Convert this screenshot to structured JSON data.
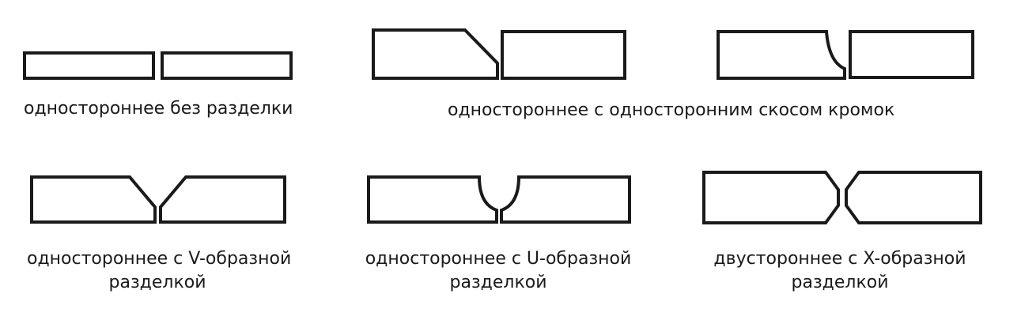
{
  "stroke_color": "#1a1a1a",
  "background": "#ffffff",
  "joints": [
    {
      "id": "single-square",
      "caption": [
        "одностороннее без разделки"
      ]
    },
    {
      "id": "single-bevel",
      "caption": [
        "одностороннее с односторонним скосом кромок"
      ]
    },
    {
      "id": "single-v",
      "caption": [
        "одностороннее с V-образной",
        "разделкой"
      ]
    },
    {
      "id": "single-u",
      "caption": [
        "одностороннее с U-образной",
        "разделкой"
      ]
    },
    {
      "id": "double-x",
      "caption": [
        "двустороннее с X-образной",
        "разделкой"
      ]
    }
  ]
}
